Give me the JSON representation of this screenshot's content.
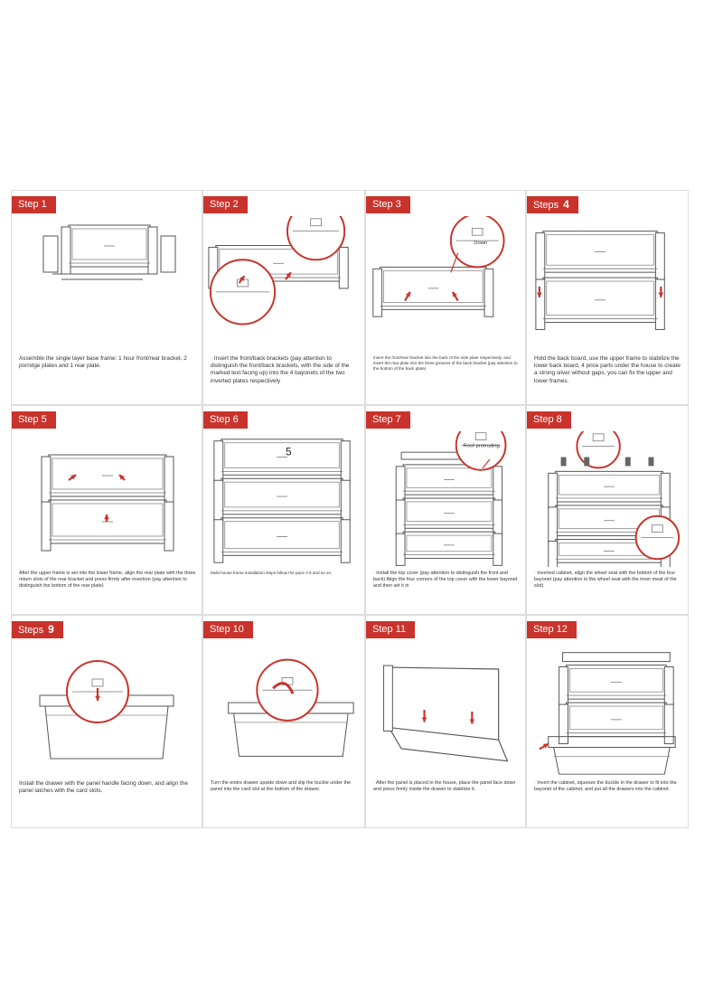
{
  "steps": [
    {
      "label": "Step 1",
      "text": "Assemble the single layer base frame: 1 hour front/rear bracket, 2 porridge plates and 1 rear plate."
    },
    {
      "label": "Step 2",
      "text": "· Insert the front/back brackets (pay attention to distinguish the front/back brackets, with the side of the marked text facing up) into the 4 bayonets of the two inverted plates respectively"
    },
    {
      "label": "Step 3",
      "text": "Insert the front/rear bracket into the back of the side plate respectively, and insert the rear plate into the three grooves of the back bracket (pay attention to the bottom of the back plate).",
      "callout": "Down"
    },
    {
      "label": "Steps",
      "num": "4",
      "text": "Hold the back board, use the upper frame to stabilize the lower back board, 4 price parts under the house to create a strong silver without gaps, you can fix the upper and lower frames."
    },
    {
      "label": "Step 5",
      "text": "After the upper frame is set into the lower frame, align the rear plate with the three return slots of the rear bracket and press firmly after insertion (pay attention to distinguish the bottom of the rear plate)"
    },
    {
      "label": "Step 6",
      "text": "Multi-house frame installation steps follow the pace 4 5 and so on.",
      "mark": "5"
    },
    {
      "label": "Step 7",
      "text": "· Install the top cover (pay attention to distinguish the front and back) Align the four corners of the top cover with the lower bayonet and then set it in",
      "callout": "Roof protruding"
    },
    {
      "label": "Step 8",
      "text": "· Inverted cabinet, align the wheel seat with the bottom of the four bayonet (pay attention to the wheel seat with the inner meat of the slot)."
    },
    {
      "label": "Steps",
      "num": "9",
      "text": "Install the drawer with the panel handle facing down, and align the panel latches with the card slots."
    },
    {
      "label": "Step 10",
      "text": "Turn the entire drawer upside down and slip the buckle under the panel into the card slot at the bottom of the drawer."
    },
    {
      "label": "Step 11",
      "text": "· After the panel is placed in the house, place the panel face down and press firmly inside the drawer to stabilize it."
    },
    {
      "label": "Step 12",
      "text": "· Invert the cabinet, squeeze the buckle in the drawer to fit into the bayonet of the cabinet, and put all the drawers into the cabinet."
    }
  ],
  "colors": {
    "accent": "#c9332c",
    "line": "#555555",
    "tab_text": "#ffffff"
  }
}
